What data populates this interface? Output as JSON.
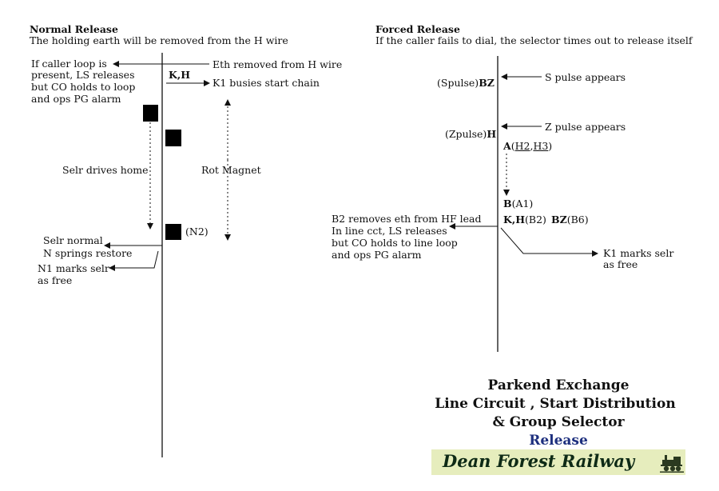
{
  "normal": {
    "heading": "Normal Release",
    "subtitle": "The holding earth will be removed from the H wire",
    "caller_loop": [
      "If caller loop is",
      "present, LS releases",
      "but CO holds to loop",
      "and ops PG alarm"
    ],
    "eth_removed": "Eth removed from H wire",
    "kh": "K,H",
    "k1_busies": "K1 busies start chain",
    "selr_drives": "Selr drives home",
    "rot_magnet": "Rot Magnet",
    "n2": "(N2)",
    "selr_normal": "Selr normal",
    "n_springs": "N springs restore",
    "n1_marks": "N1 marks selr",
    "as_free": "as free"
  },
  "forced": {
    "heading": "Forced Release",
    "subtitle": "If the caller fails to dial, the selector times out to release itself",
    "spulse_prefix": "(Spulse)",
    "spulse_bold": "BZ",
    "s_pulse": "S pulse appears",
    "zpulse_prefix": "(Zpulse)",
    "zpulse_bold": "H",
    "z_pulse": "Z pulse appears",
    "a_bold": "A",
    "a_paren_open": "(",
    "h2": "H2",
    "comma": ",",
    "h3": "H3",
    "a_paren_close": ")",
    "b_bold": "B",
    "b_rest": "(A1)",
    "b2_lines": [
      "B2 removes eth from HF lead",
      "In line cct, LS releases",
      "but CO  holds to line loop",
      "and ops PG alarm"
    ],
    "kh_bold": "K,H",
    "kh_rest": "(B2)",
    "bz_bold": "BZ",
    "bz_rest": "(B6)",
    "k1_marks": "K1 marks selr",
    "as_free": "as free"
  },
  "title": {
    "line1": "Parkend Exchange",
    "line2": "Line Circuit , Start Distribution",
    "line3": "& Group Selector",
    "line4": "Release"
  },
  "banner": "Dean Forest Railway",
  "colors": {
    "release": "#1d2f7e",
    "banner_bg": "#e6edbd",
    "banner_text": "#0e2a16"
  },
  "icons": [
    "steam-locomotive-icon"
  ]
}
